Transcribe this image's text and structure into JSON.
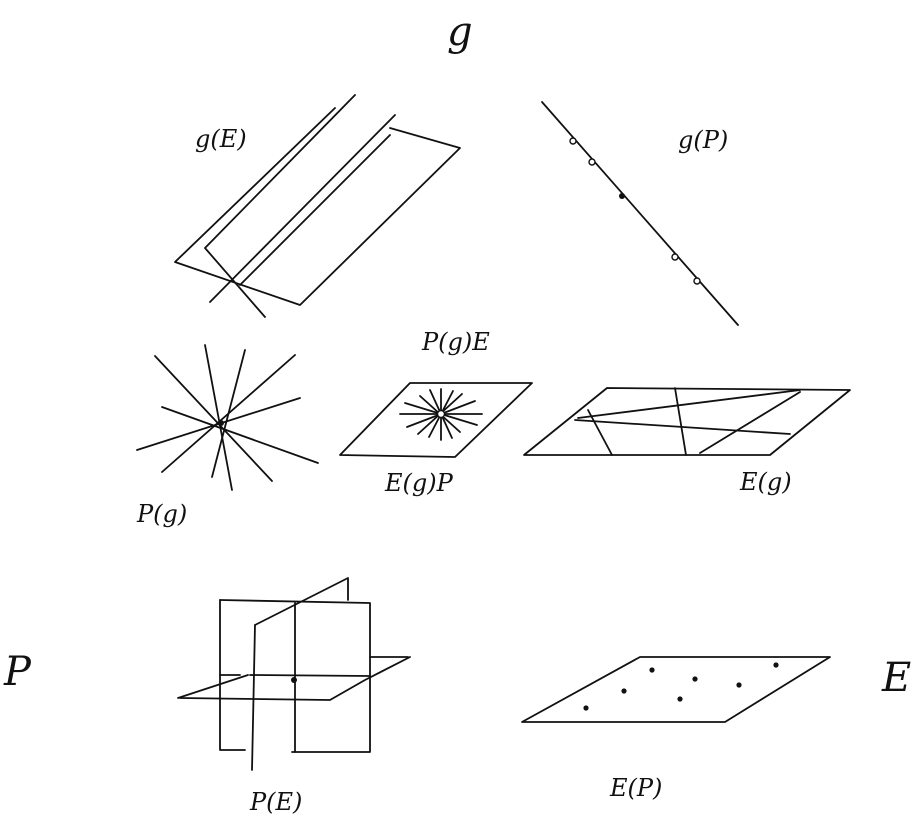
{
  "labels": {
    "g": "g",
    "p_main": "P",
    "e_main": "E",
    "g_e": "g(E)",
    "g_p": "g(P)",
    "p_g_e": "P(g)E",
    "p_g": "P(g)",
    "e_g_p": "E(g)P",
    "e_g": "E(g)",
    "p_e": "P(E)",
    "e_p": "E(P)"
  }
}
